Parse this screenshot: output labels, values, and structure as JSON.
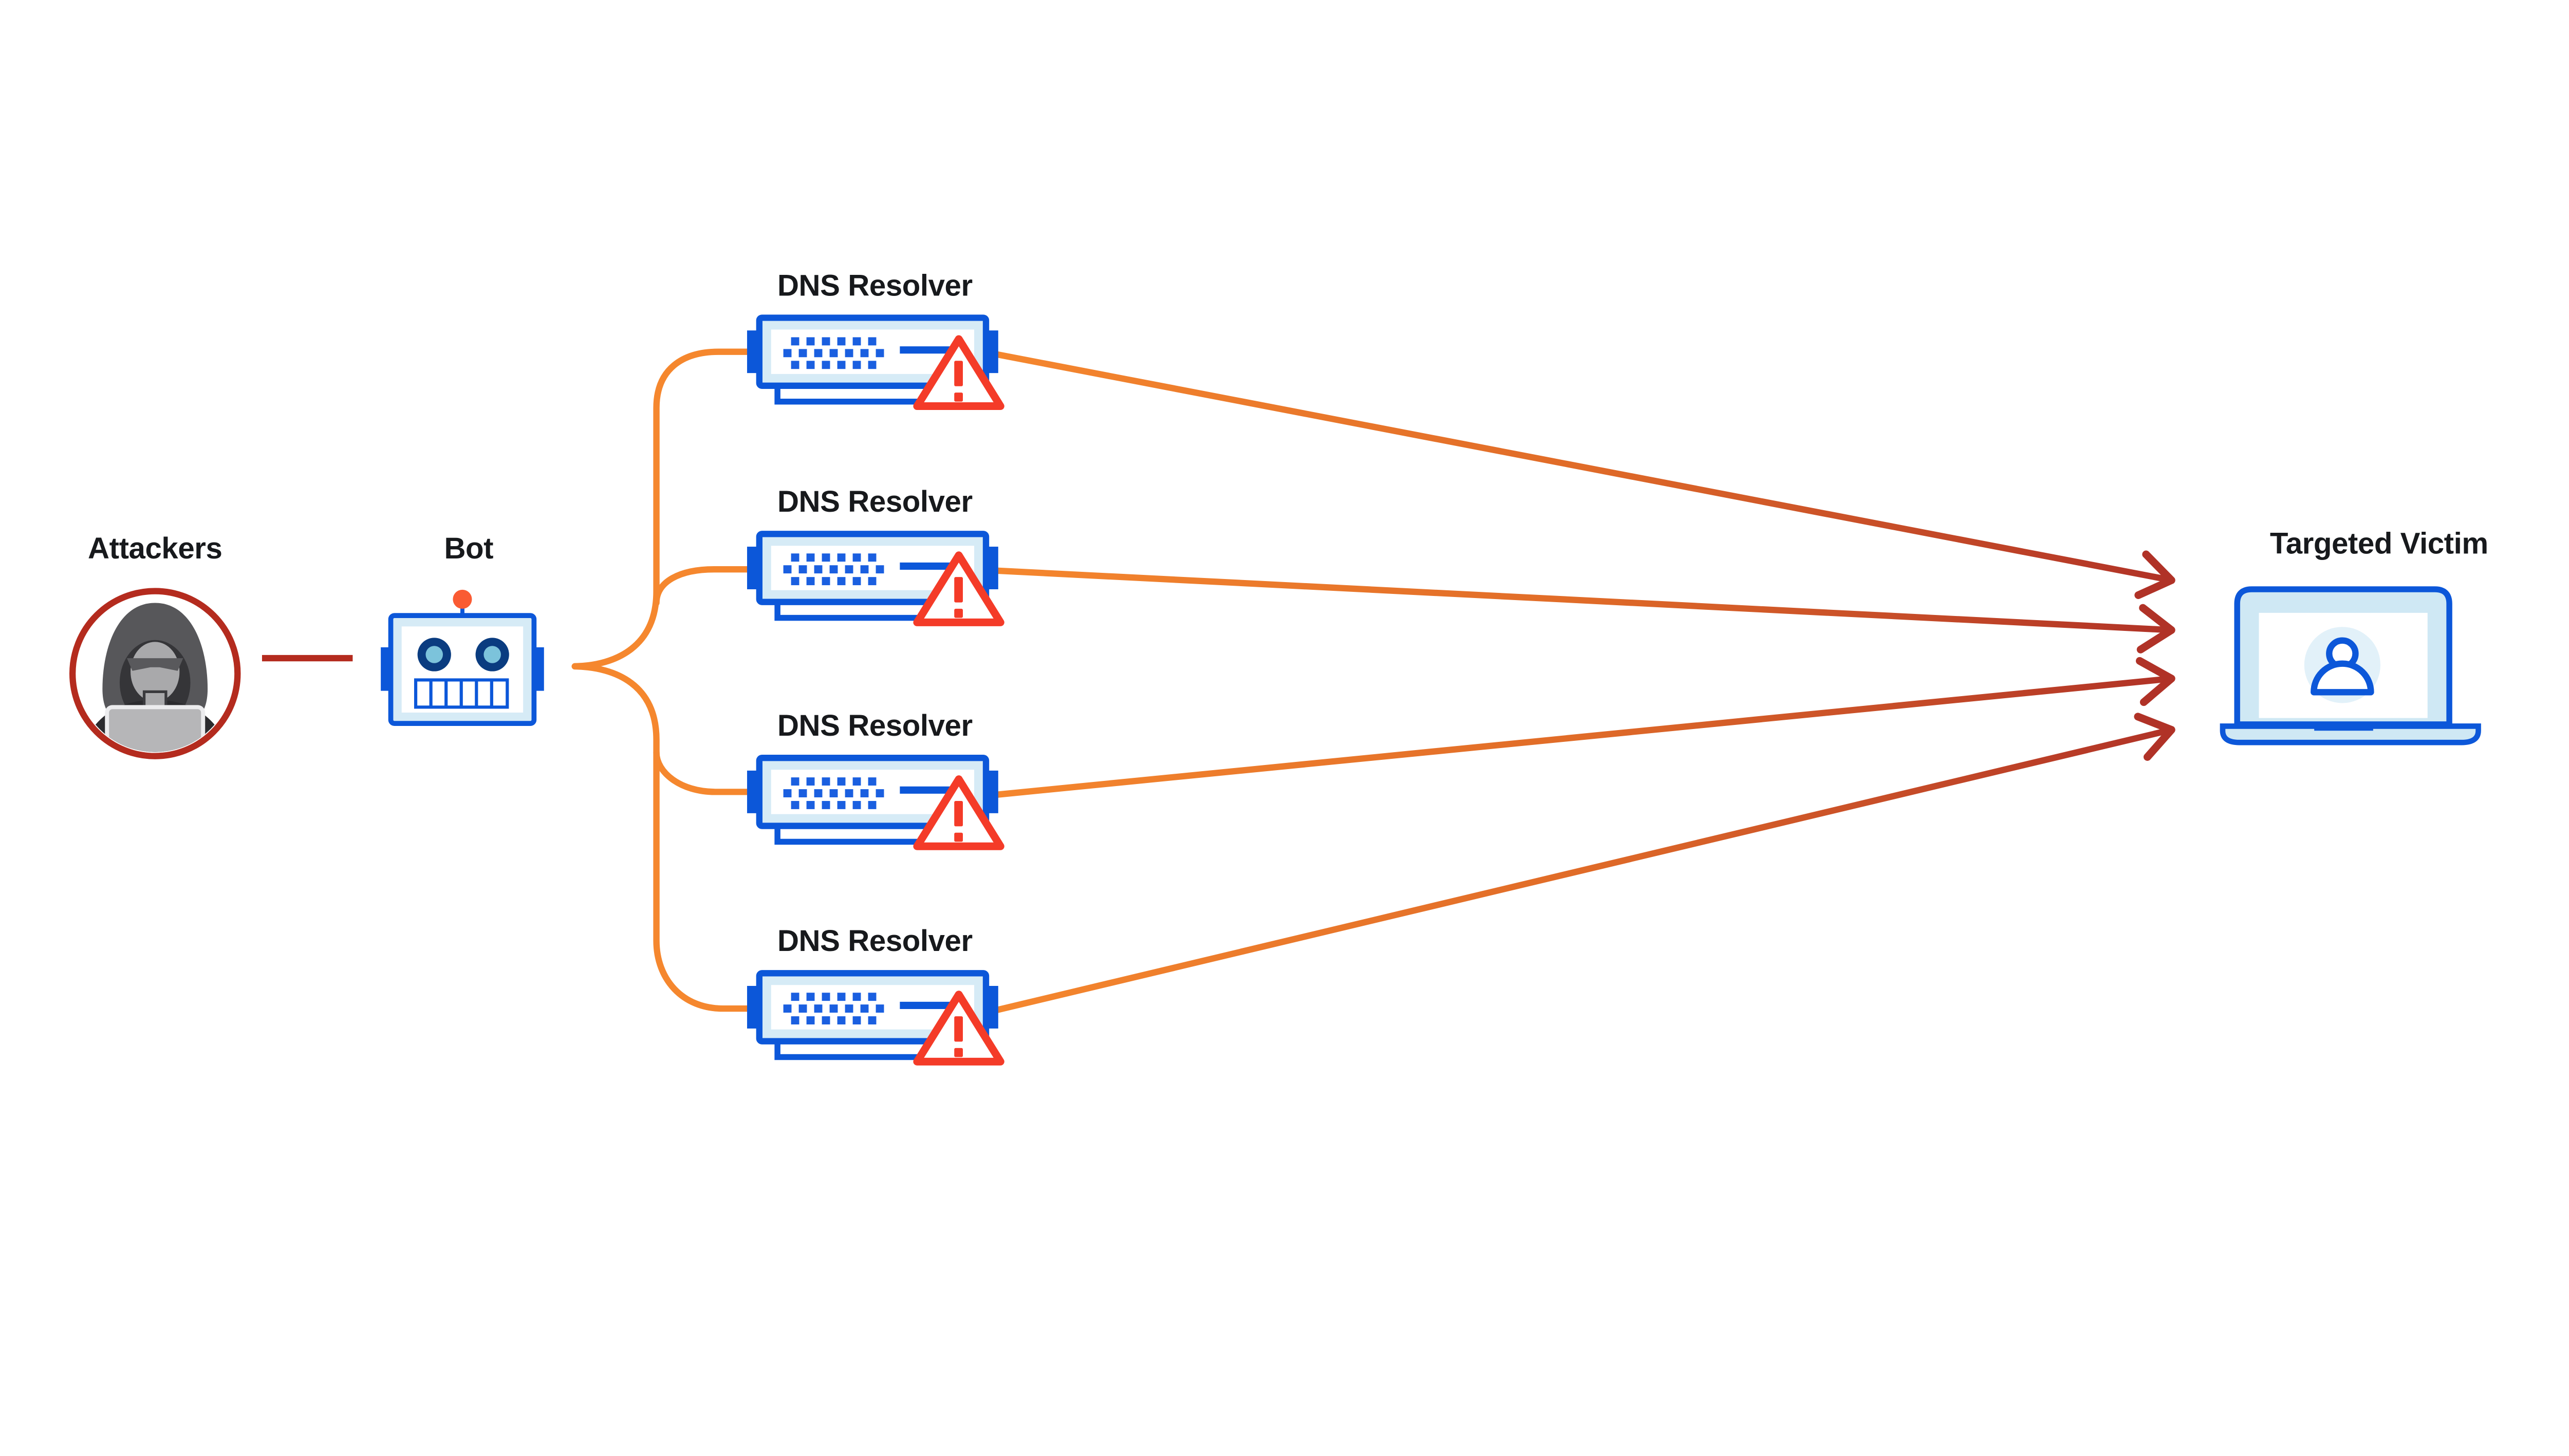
{
  "diagram": {
    "type": "network-attack-flow",
    "background": "#ffffff",
    "nodes": {
      "attackers": {
        "label": "Attackers",
        "icon": "hooded-hacker-icon",
        "ring_color": "#B42B1E"
      },
      "bot": {
        "label": "Bot",
        "icon": "robot-icon",
        "antenna_color": "#FA5B33"
      },
      "resolvers": [
        {
          "label": "DNS Resolver",
          "icon": "server-icon",
          "badge": "warning-triangle-icon"
        },
        {
          "label": "DNS Resolver",
          "icon": "server-icon",
          "badge": "warning-triangle-icon"
        },
        {
          "label": "DNS Resolver",
          "icon": "server-icon",
          "badge": "warning-triangle-icon"
        },
        {
          "label": "DNS Resolver",
          "icon": "server-icon",
          "badge": "warning-triangle-icon"
        }
      ],
      "victim": {
        "label": "Targeted Victim",
        "icon": "laptop-user-icon"
      }
    },
    "connectors": {
      "attacker_to_bot": {
        "from": "Attackers",
        "to": "Bot",
        "color": "#B42B1E",
        "arrowhead": false
      },
      "bot_to_resolvers": {
        "from": "Bot",
        "to": "DNS Resolver",
        "count": 4,
        "color": "#F5872E",
        "arrowhead": false
      },
      "resolvers_to_victim": {
        "from": "DNS Resolver",
        "to": "Targeted Victim",
        "count": 4,
        "gradient_start": "#F5872E",
        "gradient_end": "#B03227",
        "arrowhead": true
      }
    },
    "colors": {
      "primary_blue": "#0C57D9",
      "light_blue_fill": "#D6EBF6",
      "pale_blue_fill": "#E2F1F9",
      "navy": "#0A3C80",
      "teal": "#7CC3DB",
      "orange": "#F5872E",
      "dark_red": "#B03227",
      "attacker_red": "#B42B1E",
      "warning_red": "#F43B28",
      "text": "#17191C"
    }
  }
}
